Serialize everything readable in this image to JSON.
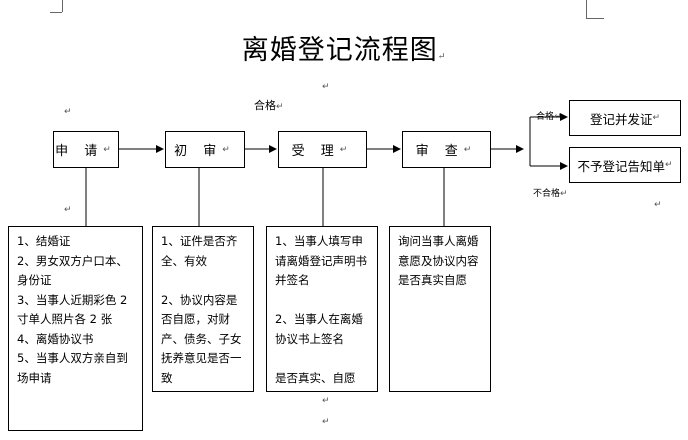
{
  "title": "离婚登记流程图",
  "qualified_top_label": "合格",
  "steps": [
    {
      "label": "申  请"
    },
    {
      "label": "初 审"
    },
    {
      "label": "受  理"
    },
    {
      "label": "审  查"
    }
  ],
  "outcomes": {
    "pass_label": "合格",
    "fail_label": "不合格",
    "pass_result": "登记并发证",
    "fail_result": "不予登记告知单"
  },
  "details": {
    "apply": "1、结婚证\n2、男女双方户口本、身份证\n3、当事人近期彩色 2 寸单人照片各 2 张\n4、离婚协议书\n5、当事人双方亲自到场申请",
    "initial_review": "1、证件是否齐全、有效\n\n2、协议内容是否自愿，对财产、债务、子女抚养意见是否一致",
    "acceptance": "1、当事人填写申请离婚登记声明书并签名\n\n2、当事人在离婚协议书上签名\n\n是否真实、自愿",
    "examination": "询问当事人离婚意愿及协议内容是否真实自愿"
  },
  "marks": {
    "return": "↵"
  }
}
